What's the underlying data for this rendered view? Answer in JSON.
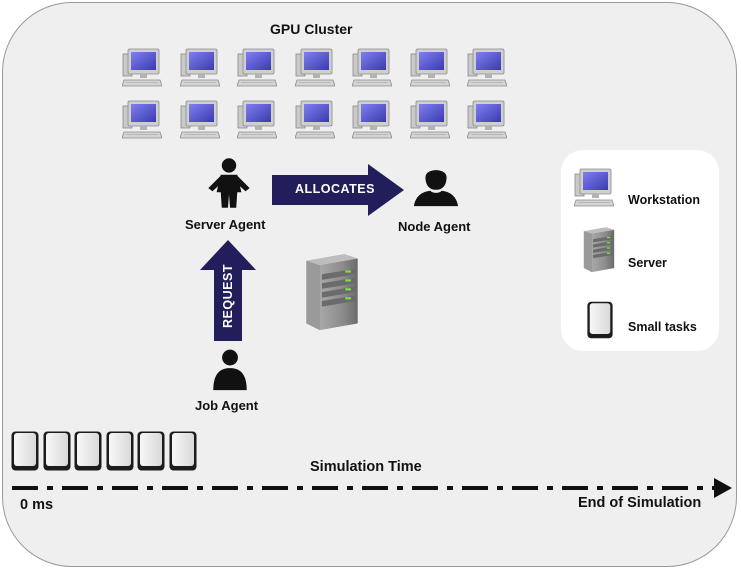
{
  "diagram": {
    "cluster_title": "GPU Cluster",
    "workstation_count": 14,
    "server_agent_label": "Server Agent",
    "node_agent_label": "Node Agent",
    "job_agent_label": "Job Agent",
    "allocates_label": "ALLOCATES",
    "request_label": "REQUEST",
    "task_count": 6
  },
  "legend": {
    "workstation_label": "Workstation",
    "server_label": "Server",
    "small_tasks_label": "Small tasks"
  },
  "timeline": {
    "title": "Simulation Time",
    "start_label": "0 ms",
    "end_label": "End of Simulation"
  },
  "colors": {
    "arrow": "#221e5c",
    "panel": "#efefef",
    "monitor_screen": "#5b5bd6",
    "server_body": "#8e8e8e",
    "server_led": "#6fcf3f"
  }
}
